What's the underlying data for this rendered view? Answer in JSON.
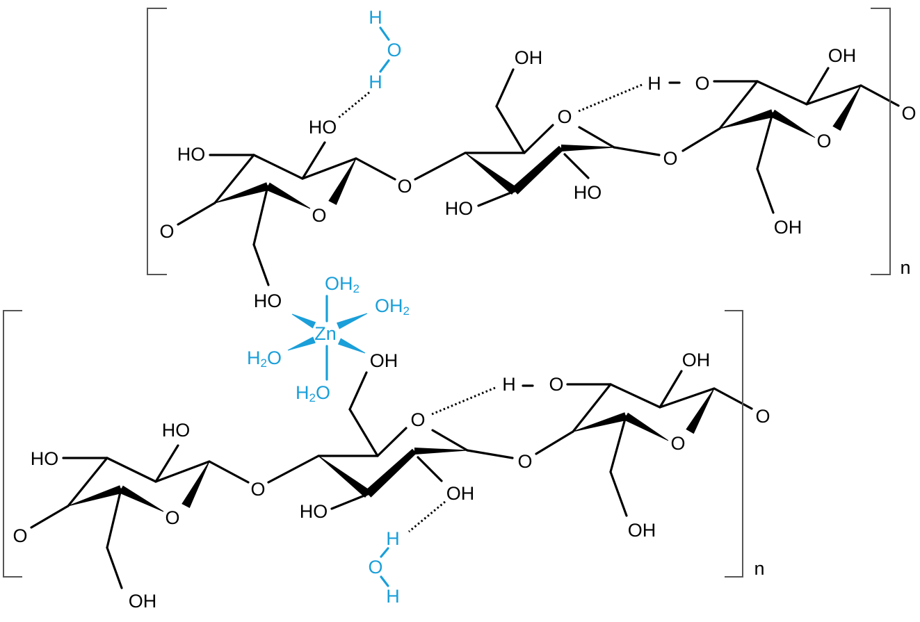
{
  "colors": {
    "structure": "#000000",
    "water_and_zinc": "#1a9fd9"
  },
  "top_chain": {
    "labels": [
      "HO",
      "HO",
      "O",
      "O",
      "HO",
      "O",
      "OH",
      "O",
      "HO",
      "HO",
      "O",
      "H",
      "O",
      "O",
      "OH",
      "O",
      "OH"
    ],
    "repeat": "n"
  },
  "bottom_chain": {
    "labels": [
      "HO",
      "HO",
      "O",
      "O",
      "OH",
      "O",
      "OH",
      "O",
      "OH",
      "HO",
      "O",
      "H",
      "O",
      "O",
      "OH",
      "O",
      "OH"
    ],
    "repeat": "n"
  },
  "top_water": [
    "H",
    "O",
    "H"
  ],
  "bottom_water": [
    "H",
    "O",
    "H"
  ],
  "zinc_complex": {
    "metal": "Zn",
    "ligands": [
      {
        "main": "OH",
        "sub": "2"
      },
      {
        "main": "OH",
        "sub": "2"
      },
      {
        "pre": "H",
        "sub": "2",
        "post": "O"
      },
      {
        "pre": "H",
        "sub": "2",
        "post": "O"
      }
    ]
  }
}
